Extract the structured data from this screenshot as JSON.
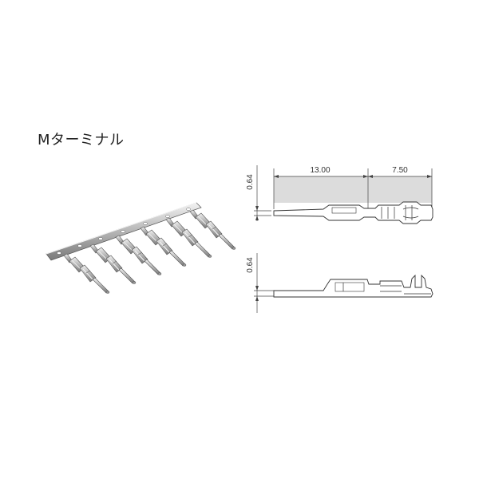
{
  "title": "Mターミナル",
  "dimensions": {
    "length_crimp": "13.00",
    "length_contact": "7.50",
    "thickness_top": "0.64",
    "thickness_side": "0.64"
  },
  "colors": {
    "line": "#444444",
    "metal_light": "#e8e8e8",
    "metal_mid": "#b8b8b8",
    "metal_dark": "#6a6a6a",
    "hatch": "#d9d9d9"
  }
}
